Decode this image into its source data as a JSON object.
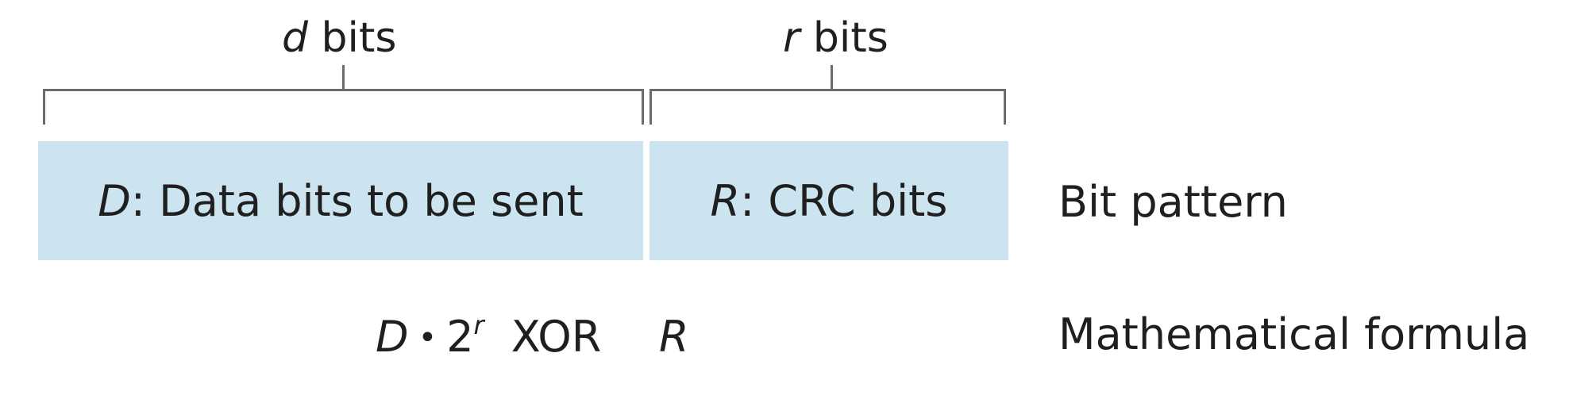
{
  "top_labels": {
    "data_var": "d",
    "data_suffix": " bits",
    "crc_var": "r",
    "crc_suffix": " bits"
  },
  "blocks": {
    "data_var": "D",
    "data_text": ": Data bits to be sent",
    "crc_var": "R",
    "crc_text": ": CRC bits"
  },
  "side_labels": {
    "bit_pattern": "Bit pattern",
    "math_formula": "Mathematical formula"
  },
  "formula": {
    "d_var": "D",
    "dot": "•",
    "base": "2",
    "exponent": "r",
    "op": "XOR",
    "r_var": "R"
  },
  "colors": {
    "block_fill": "#cce4f0",
    "bracket": "#6b6b6b"
  }
}
